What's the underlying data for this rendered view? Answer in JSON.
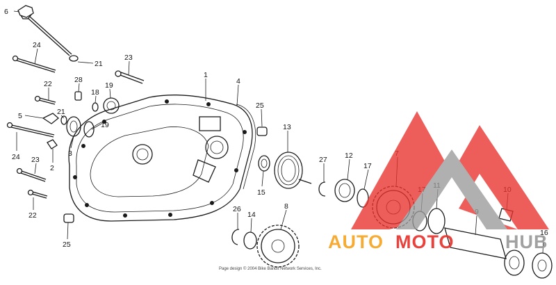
{
  "diagram": {
    "callouts": [
      {
        "id": "c6",
        "label": "6"
      },
      {
        "id": "c24a",
        "label": "24"
      },
      {
        "id": "c21a",
        "label": "21"
      },
      {
        "id": "c23a",
        "label": "23"
      },
      {
        "id": "c22a",
        "label": "22"
      },
      {
        "id": "c28",
        "label": "28"
      },
      {
        "id": "c18",
        "label": "18"
      },
      {
        "id": "c19a",
        "label": "19"
      },
      {
        "id": "c1",
        "label": "1"
      },
      {
        "id": "c4",
        "label": "4"
      },
      {
        "id": "c5",
        "label": "5"
      },
      {
        "id": "c21b",
        "label": "21"
      },
      {
        "id": "c19b",
        "label": "19"
      },
      {
        "id": "c25a",
        "label": "25"
      },
      {
        "id": "c13",
        "label": "13"
      },
      {
        "id": "c24b",
        "label": "24"
      },
      {
        "id": "c3",
        "label": "3"
      },
      {
        "id": "c2",
        "label": "2"
      },
      {
        "id": "c23b",
        "label": "23"
      },
      {
        "id": "c22b",
        "label": "22"
      },
      {
        "id": "c15",
        "label": "15"
      },
      {
        "id": "c27",
        "label": "27"
      },
      {
        "id": "c12",
        "label": "12"
      },
      {
        "id": "c17a",
        "label": "17"
      },
      {
        "id": "c7",
        "label": "7"
      },
      {
        "id": "c17b",
        "label": "17"
      },
      {
        "id": "c11",
        "label": "11"
      },
      {
        "id": "c10",
        "label": "10"
      },
      {
        "id": "c26",
        "label": "26"
      },
      {
        "id": "c14",
        "label": "14"
      },
      {
        "id": "c8",
        "label": "8"
      },
      {
        "id": "c9",
        "label": "9"
      },
      {
        "id": "c25b",
        "label": "25"
      },
      {
        "id": "c16",
        "label": "16"
      }
    ],
    "copyright": "Page design © 2004 Bike Bandit Network Services, Inc.",
    "watermark": {
      "text_a": "AUTO",
      "text_b": "MOTO",
      "text_c": "HUB",
      "color_red": "#e8322c",
      "color_orange": "#f6a623",
      "color_gray": "#9a9a9a"
    }
  }
}
